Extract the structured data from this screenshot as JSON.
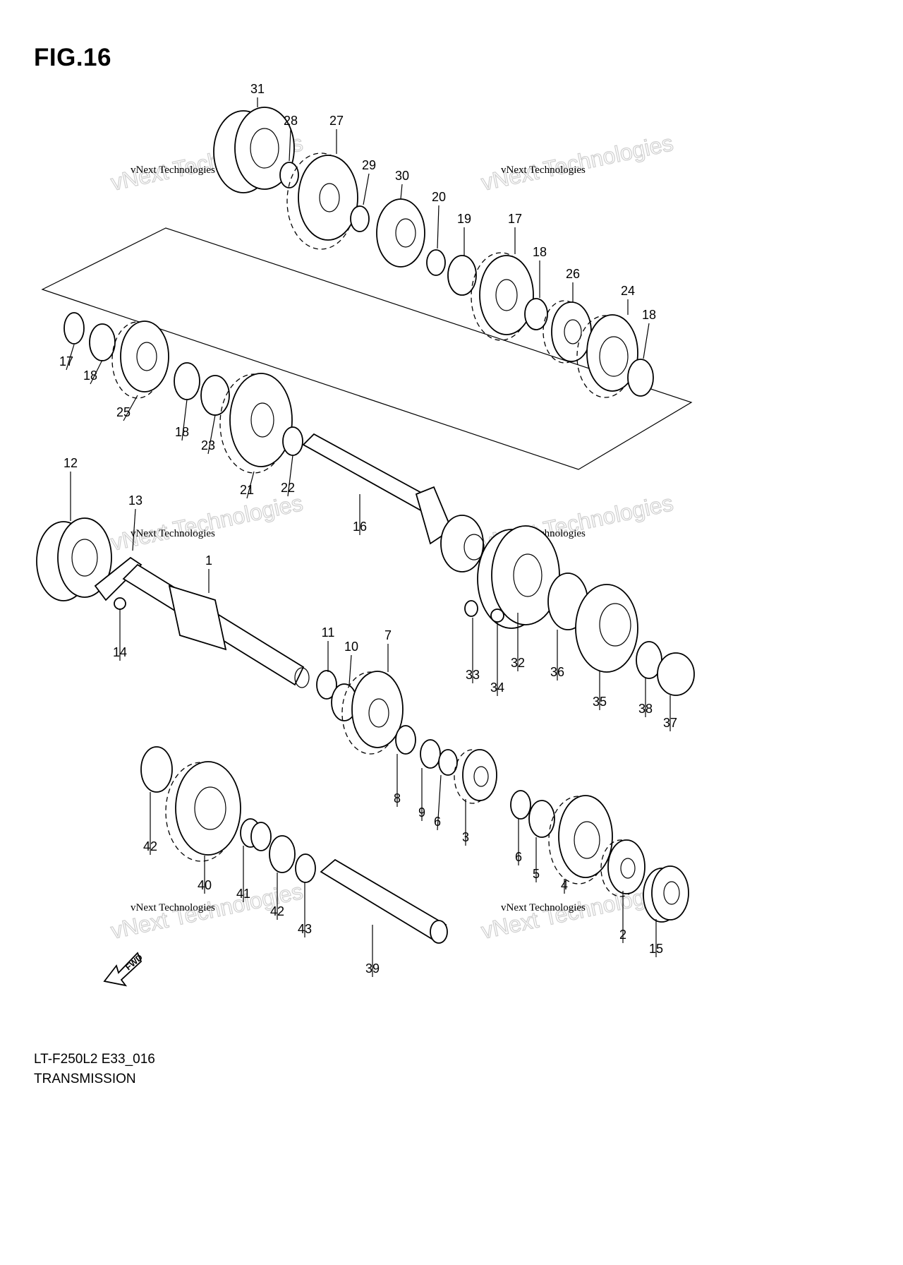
{
  "figure": {
    "title": "FIG.16",
    "model_code": "LT-F250L2 E33_016",
    "name": "TRANSMISSION",
    "direction_label": "FWD"
  },
  "watermark": {
    "line1": "vNext Technologies",
    "line2": "vNext Technologies"
  },
  "callouts": [
    "31",
    "28",
    "27",
    "29",
    "30",
    "20",
    "19",
    "17",
    "18",
    "26",
    "24",
    "18",
    "17",
    "18",
    "25",
    "18",
    "23",
    "21",
    "22",
    "16",
    "12",
    "13",
    "1",
    "14",
    "11",
    "10",
    "7",
    "33",
    "34",
    "32",
    "36",
    "35",
    "38",
    "37",
    "42",
    "40",
    "41",
    "42",
    "43",
    "39",
    "8",
    "9",
    "6",
    "3",
    "6",
    "5",
    "4",
    "2",
    "15"
  ]
}
